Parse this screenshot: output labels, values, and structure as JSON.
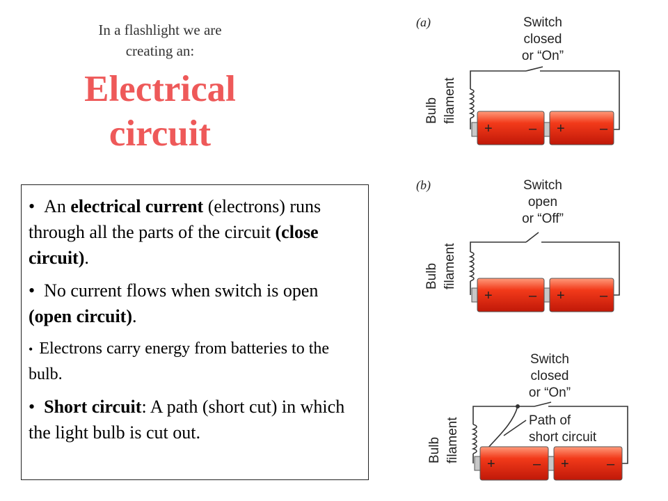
{
  "intro": {
    "line1": "In a flashlight we are",
    "line2": "creating an:"
  },
  "title": {
    "line1": "Electrical",
    "line2": "circuit"
  },
  "bullets": [
    {
      "parts": [
        {
          "text": "An ",
          "bold": false
        },
        {
          "text": "electrical current",
          "bold": true
        },
        {
          "text": " (electrons) runs through all the parts of the circuit ",
          "bold": false
        },
        {
          "text": "(close circuit)",
          "bold": true
        },
        {
          "text": ".",
          "bold": false
        }
      ]
    },
    {
      "parts": [
        {
          "text": "No current flows when switch is open ",
          "bold": false
        },
        {
          "text": "(open circuit)",
          "bold": true
        },
        {
          "text": ".",
          "bold": false
        }
      ]
    },
    {
      "parts": [
        {
          "text": "Electrons carry energy from batteries to the bulb.",
          "bold": false
        }
      ]
    },
    {
      "parts": [
        {
          "text": "Short circuit",
          "bold": true
        },
        {
          "text": ":  A path (short cut) in which the light bulb is cut out.",
          "bold": false
        }
      ]
    }
  ],
  "bullet_char": "•",
  "diagrams": {
    "a": {
      "tag": "(a)",
      "switch_lines": [
        "Switch",
        "closed",
        "or “On”"
      ],
      "bulb_label": "Bulb",
      "filament_label": "filament",
      "plus": "+",
      "minus": "–"
    },
    "b": {
      "tag": "(b)",
      "switch_lines": [
        "Switch",
        "open",
        "or “Off”"
      ],
      "bulb_label": "Bulb",
      "filament_label": "filament",
      "plus": "+",
      "minus": "–"
    },
    "c": {
      "switch_lines": [
        "Switch",
        "closed",
        "or “On”"
      ],
      "short_path_lines": [
        "Path of",
        "short circuit"
      ],
      "bulb_label": "Bulb",
      "filament_label": "filament",
      "plus": "+",
      "minus": "–"
    }
  },
  "colors": {
    "title": "#ee5959",
    "battery_light": "#ff9a7a",
    "battery_mid": "#f23a1a",
    "battery_dark": "#c01808"
  }
}
